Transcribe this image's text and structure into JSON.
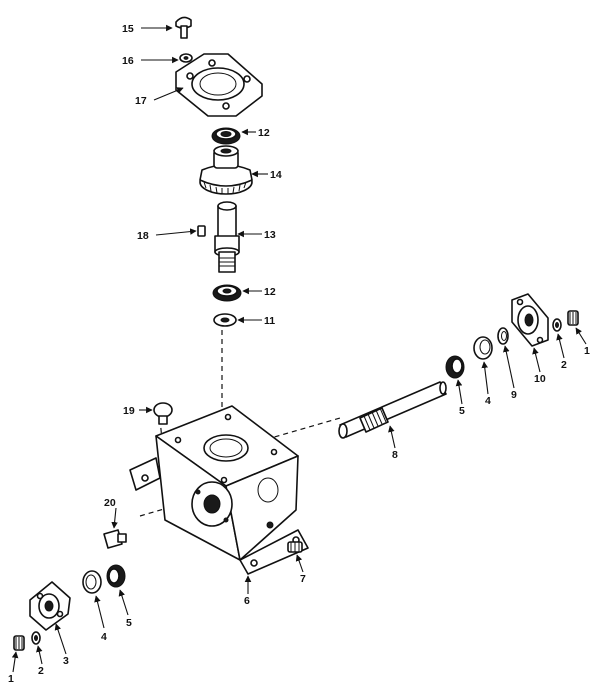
{
  "callouts": {
    "c1a": "1",
    "c2a": "2",
    "c3": "3",
    "c4a": "4",
    "c5a": "5",
    "c6": "6",
    "c7": "7",
    "c8": "8",
    "c9": "9",
    "c10": "10",
    "c11": "11",
    "c12a": "12",
    "c12b": "12",
    "c13": "13",
    "c14": "14",
    "c15": "15",
    "c16": "16",
    "c17": "17",
    "c18": "18",
    "c19": "19",
    "c20": "20",
    "c1b": "1",
    "c2b": "2",
    "c4b": "4",
    "c5b": "5"
  }
}
